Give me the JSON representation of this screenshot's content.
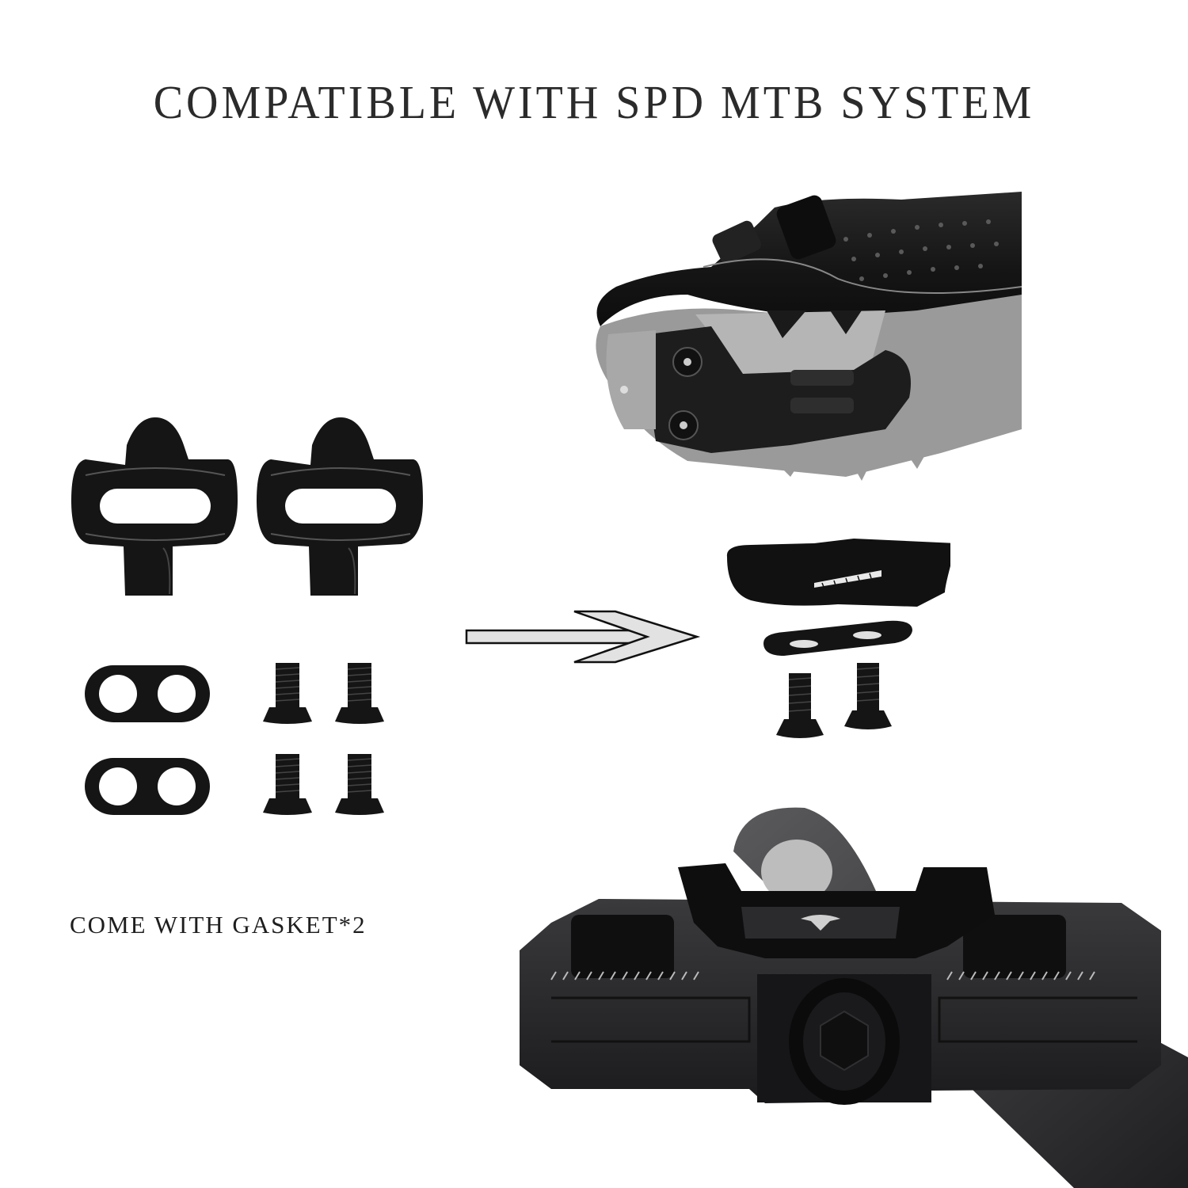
{
  "header": {
    "title": "COMPATIBLE WITH SPD MTB SYSTEM"
  },
  "left_panel": {
    "cleats": [
      {
        "name": "cleat-left",
        "color": "#151515"
      },
      {
        "name": "cleat-right",
        "color": "#151515"
      }
    ],
    "gaskets_count": 2,
    "bolts_count": 4,
    "caption": "COME WITH GASKET*2"
  },
  "arrow": {
    "direction": "right",
    "fill": "#e2e2e2",
    "stroke": "#111111"
  },
  "right_panel": {
    "shoe": {
      "description": "MTB cycling shoe sole with cleat mount",
      "tone": "grayscale"
    },
    "exploded_cleat": {
      "parts": [
        "cleat",
        "gasket",
        "bolt",
        "bolt"
      ]
    },
    "pedal": {
      "description": "Clipless SPD pedal on crank arm",
      "logo": "pedal-brand-logo"
    }
  },
  "colors": {
    "background": "#ffffff",
    "text": "#2b2b2b",
    "part_black": "#151515",
    "shoe_gray": "#9a9a9a",
    "pedal_dark": "#2a2a2c",
    "crank": "#3a3a3c"
  }
}
